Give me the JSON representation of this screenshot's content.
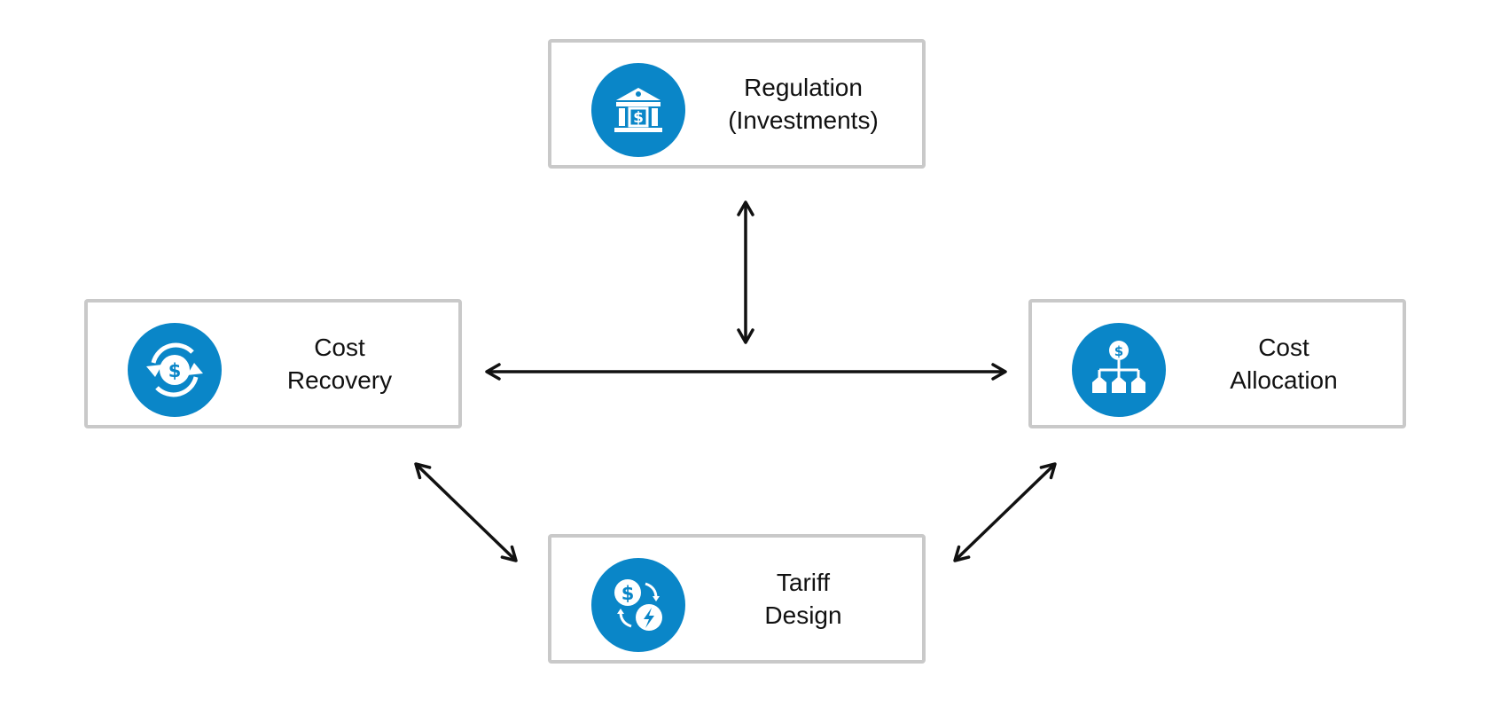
{
  "nodes": {
    "regulation": {
      "line1": "Regulation",
      "line2": "(Investments)",
      "icon": "bank-dollar-icon"
    },
    "cost_recovery": {
      "line1": "Cost",
      "line2": "Recovery",
      "icon": "dollar-cycle-icon"
    },
    "cost_allocation": {
      "line1": "Cost",
      "line2": "Allocation",
      "icon": "dollar-hierarchy-icon"
    },
    "tariff_design": {
      "line1": "Tariff",
      "line2": "Design",
      "icon": "dollar-energy-exchange-icon"
    }
  },
  "colors": {
    "icon_background": "#0a86c8",
    "box_border": "#c9c9c9",
    "arrow": "#111111",
    "text": "#111111"
  }
}
